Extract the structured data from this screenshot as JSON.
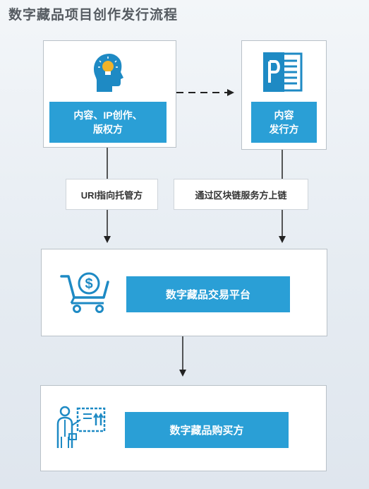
{
  "title": "数字藏品项目创作发行流程",
  "creator": {
    "line1": "内容、IP创作、",
    "line2": "版权方"
  },
  "publisher": {
    "line1": "内容",
    "line2": "发行方"
  },
  "edge_left_label": "URI指向托管方",
  "edge_right_label": "通过区块链服务方上链",
  "platform": {
    "label": "数字藏品交易平台"
  },
  "buyer": {
    "label": "数字藏品购买方"
  },
  "icons": {
    "creator": "head-lightbulb-icon",
    "publisher": "powerpoint-icon",
    "platform": "shopping-cart-dollar-icon",
    "buyer": "person-presentation-icon"
  },
  "colors": {
    "accent": "#2a9fd6",
    "icon": "#1e8ac4",
    "text": "#333333"
  }
}
